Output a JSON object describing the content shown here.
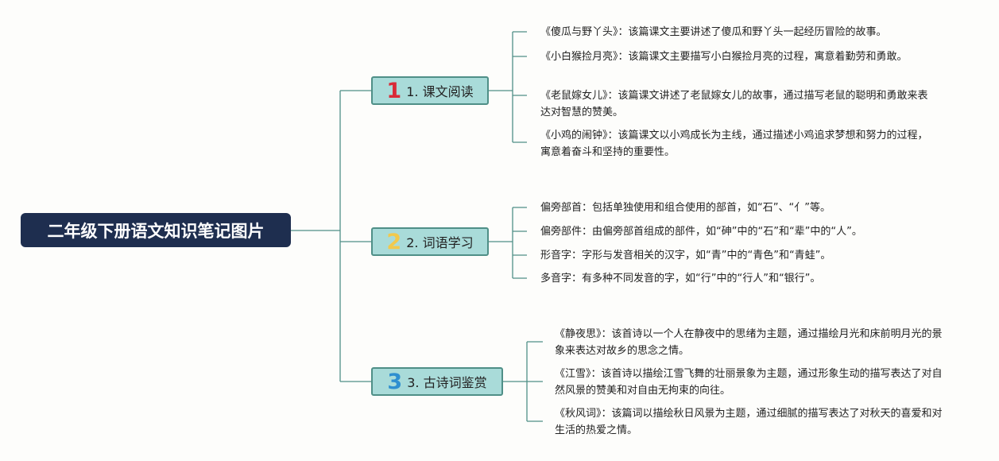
{
  "root": {
    "title": "二年级下册语文知识笔记图片"
  },
  "branches": [
    {
      "number": "1",
      "label": "1. 课文阅读",
      "number_color": "#d92a37",
      "leaves": [
        "《傻瓜与野丫头》：该篇课文主要讲述了傻瓜和野丫头一起经历冒险的故事。",
        "《小白猴捡月亮》：该篇课文主要描写小白猴捡月亮的过程，寓意着勤劳和勇敢。",
        "《老鼠嫁女儿》：该篇课文讲述了老鼠嫁女儿的故事，通过描写老鼠的聪明和勇敢来表达对智慧的赞美。",
        "《小鸡的闹钟》：该篇课文以小鸡成长为主线，通过描述小鸡追求梦想和努力的过程，寓意着奋斗和坚持的重要性。"
      ]
    },
    {
      "number": "2",
      "label": "2. 词语学习",
      "number_color": "#f2c94c",
      "leaves": [
        "偏旁部首：包括单独使用和组合使用的部首，如“石”、“亻”等。",
        "偏旁部件：由偏旁部首组成的部件，如“砷”中的“石”和“辈”中的“人”。",
        "形音字：字形与发音相关的汉字，如“青”中的“青色”和“青蛙”。",
        "多音字：有多种不同发音的字，如“行”中的“行人”和“银行”。"
      ]
    },
    {
      "number": "3",
      "label": "3. 古诗词鉴赏",
      "number_color": "#2f8fd0",
      "leaves": [
        "《静夜思》：该首诗以一个人在静夜中的思绪为主题，通过描绘月光和床前明月光的景象来表达对故乡的思念之情。",
        "《江雪》：该首诗以描绘江雪飞舞的壮丽景象为主题，通过形象生动的描写表达了对自然风景的赞美和对自由无拘束的向往。",
        "《秋风词》：该篇词以描绘秋日风景为主题，通过细腻的描写表达了对秋天的喜爱和对生活的热爱之情。"
      ]
    }
  ],
  "colors": {
    "line": "#4f8f87",
    "root_bg": "#1e2e4f",
    "branch_bg": "#a9dbd9"
  }
}
